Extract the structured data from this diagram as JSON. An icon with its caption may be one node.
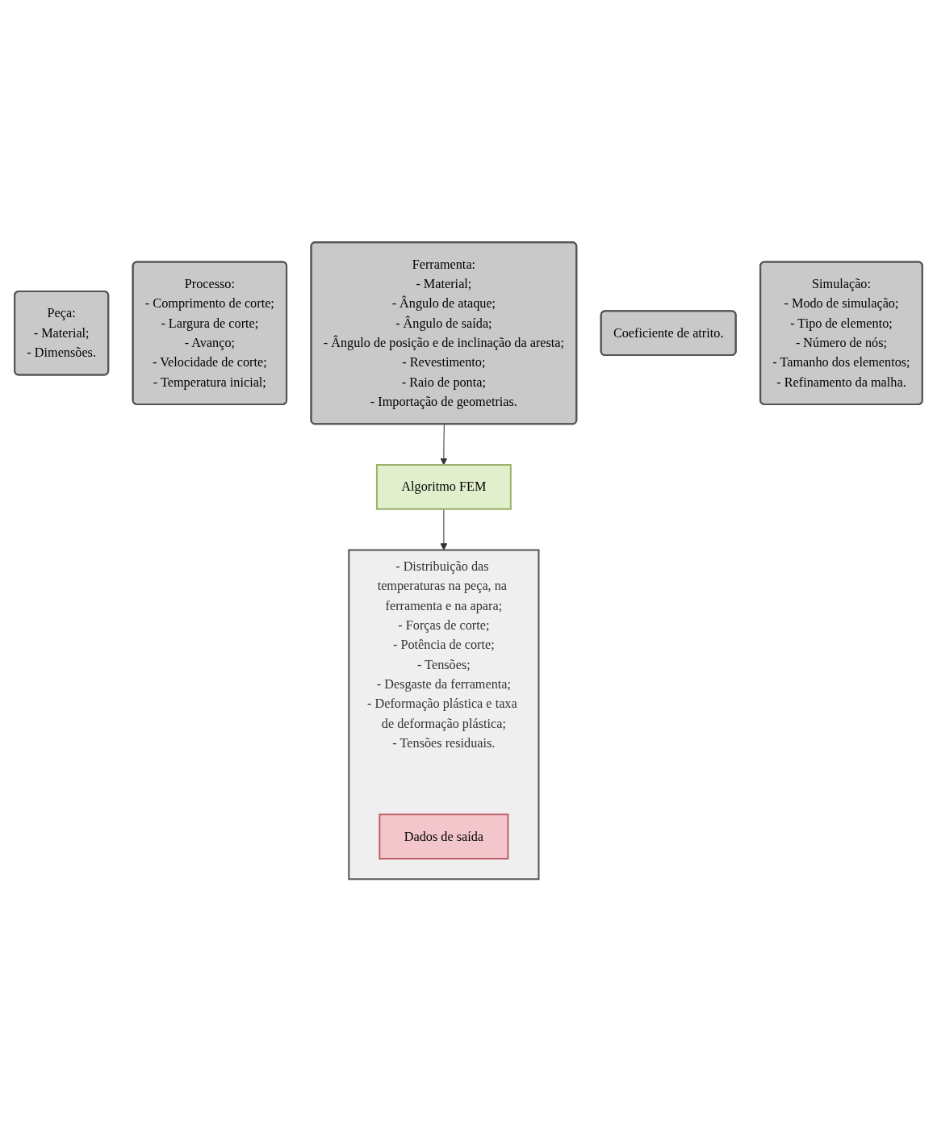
{
  "diagram": {
    "nodes": [
      {
        "text": [
          "Peça:",
          "- Material;",
          "- Dimensões."
        ]
      },
      {
        "text": [
          "Processo:",
          "- Comprimento de corte;",
          "- Largura de corte;",
          "- Avanço;",
          "- Velocidade de corte;",
          "- Temperatura inicial;"
        ]
      },
      {
        "text": [
          "Ferramenta:",
          "- Material;",
          "- Ângulo de ataque;",
          "- Ângulo de saída;",
          "- Ângulo de posição e de inclinação da aresta;",
          "- Revestimento;",
          "- Raio de ponta;",
          "- Importação de geometrias."
        ]
      },
      {
        "text": [
          "Coeficiente de atrito."
        ]
      },
      {
        "text": [
          "Simulação:",
          "- Modo de simulação;",
          "- Tipo de elemento;",
          "- Número de nós;",
          "- Tamanho dos elementos;",
          "- Refinamento da malha."
        ]
      },
      {
        "text": [
          "Algoritmo FEM"
        ]
      },
      {
        "text": [
          "- Distribuição das temperaturas na peça, na ferramenta e na apara;",
          "- Forças de corte;",
          "- Potência de corte;",
          "- Tensões;",
          "- Desgaste da ferramenta;",
          "- Deformação plástica e taxa de deformação plástica;",
          "- Tensões residuais."
        ]
      },
      {
        "text": [
          "Dados de saída"
        ],
        "in": 6
      }
    ],
    "edges": [
      {
        "from": 2,
        "to": 5,
        "arrow": "to"
      },
      {
        "from": 5,
        "to": 6,
        "arrow": "to"
      }
    ]
  }
}
